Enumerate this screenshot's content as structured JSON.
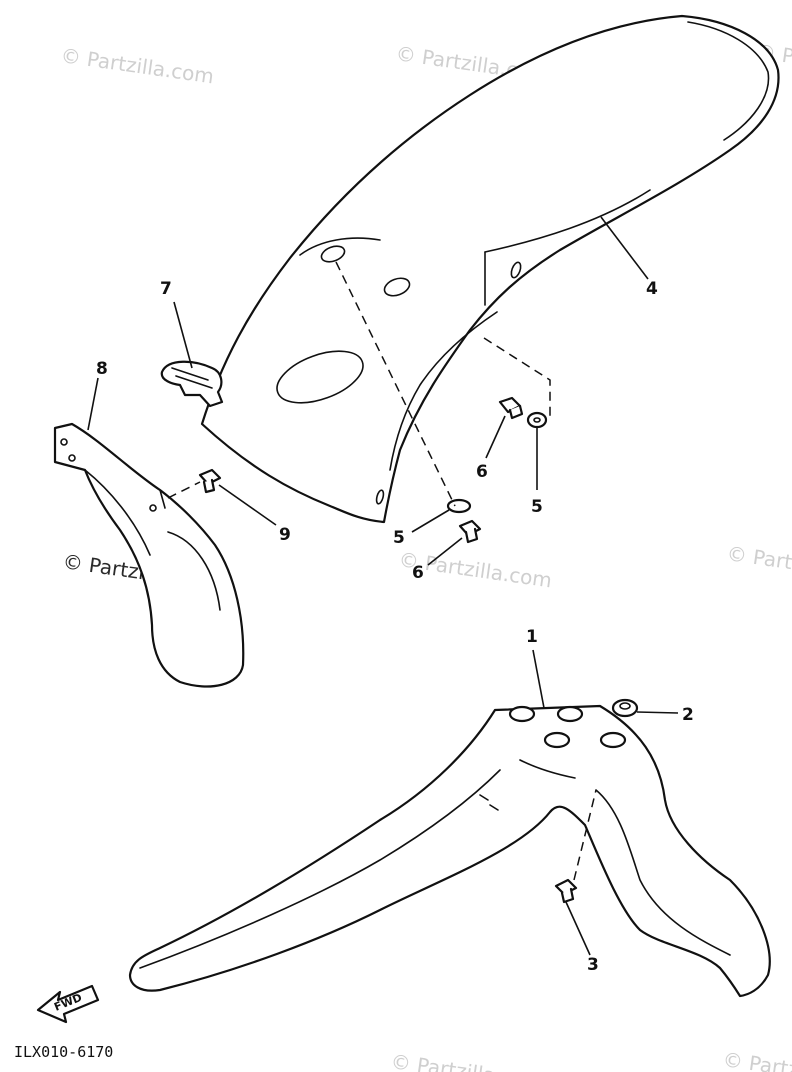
{
  "watermark": "© Partzilla.com",
  "diagram_code": "ILX010-6170",
  "fwd_label": "FWD",
  "callouts": [
    "1",
    "2",
    "3",
    "4",
    "5",
    "5",
    "6",
    "6",
    "7",
    "8",
    "9"
  ]
}
